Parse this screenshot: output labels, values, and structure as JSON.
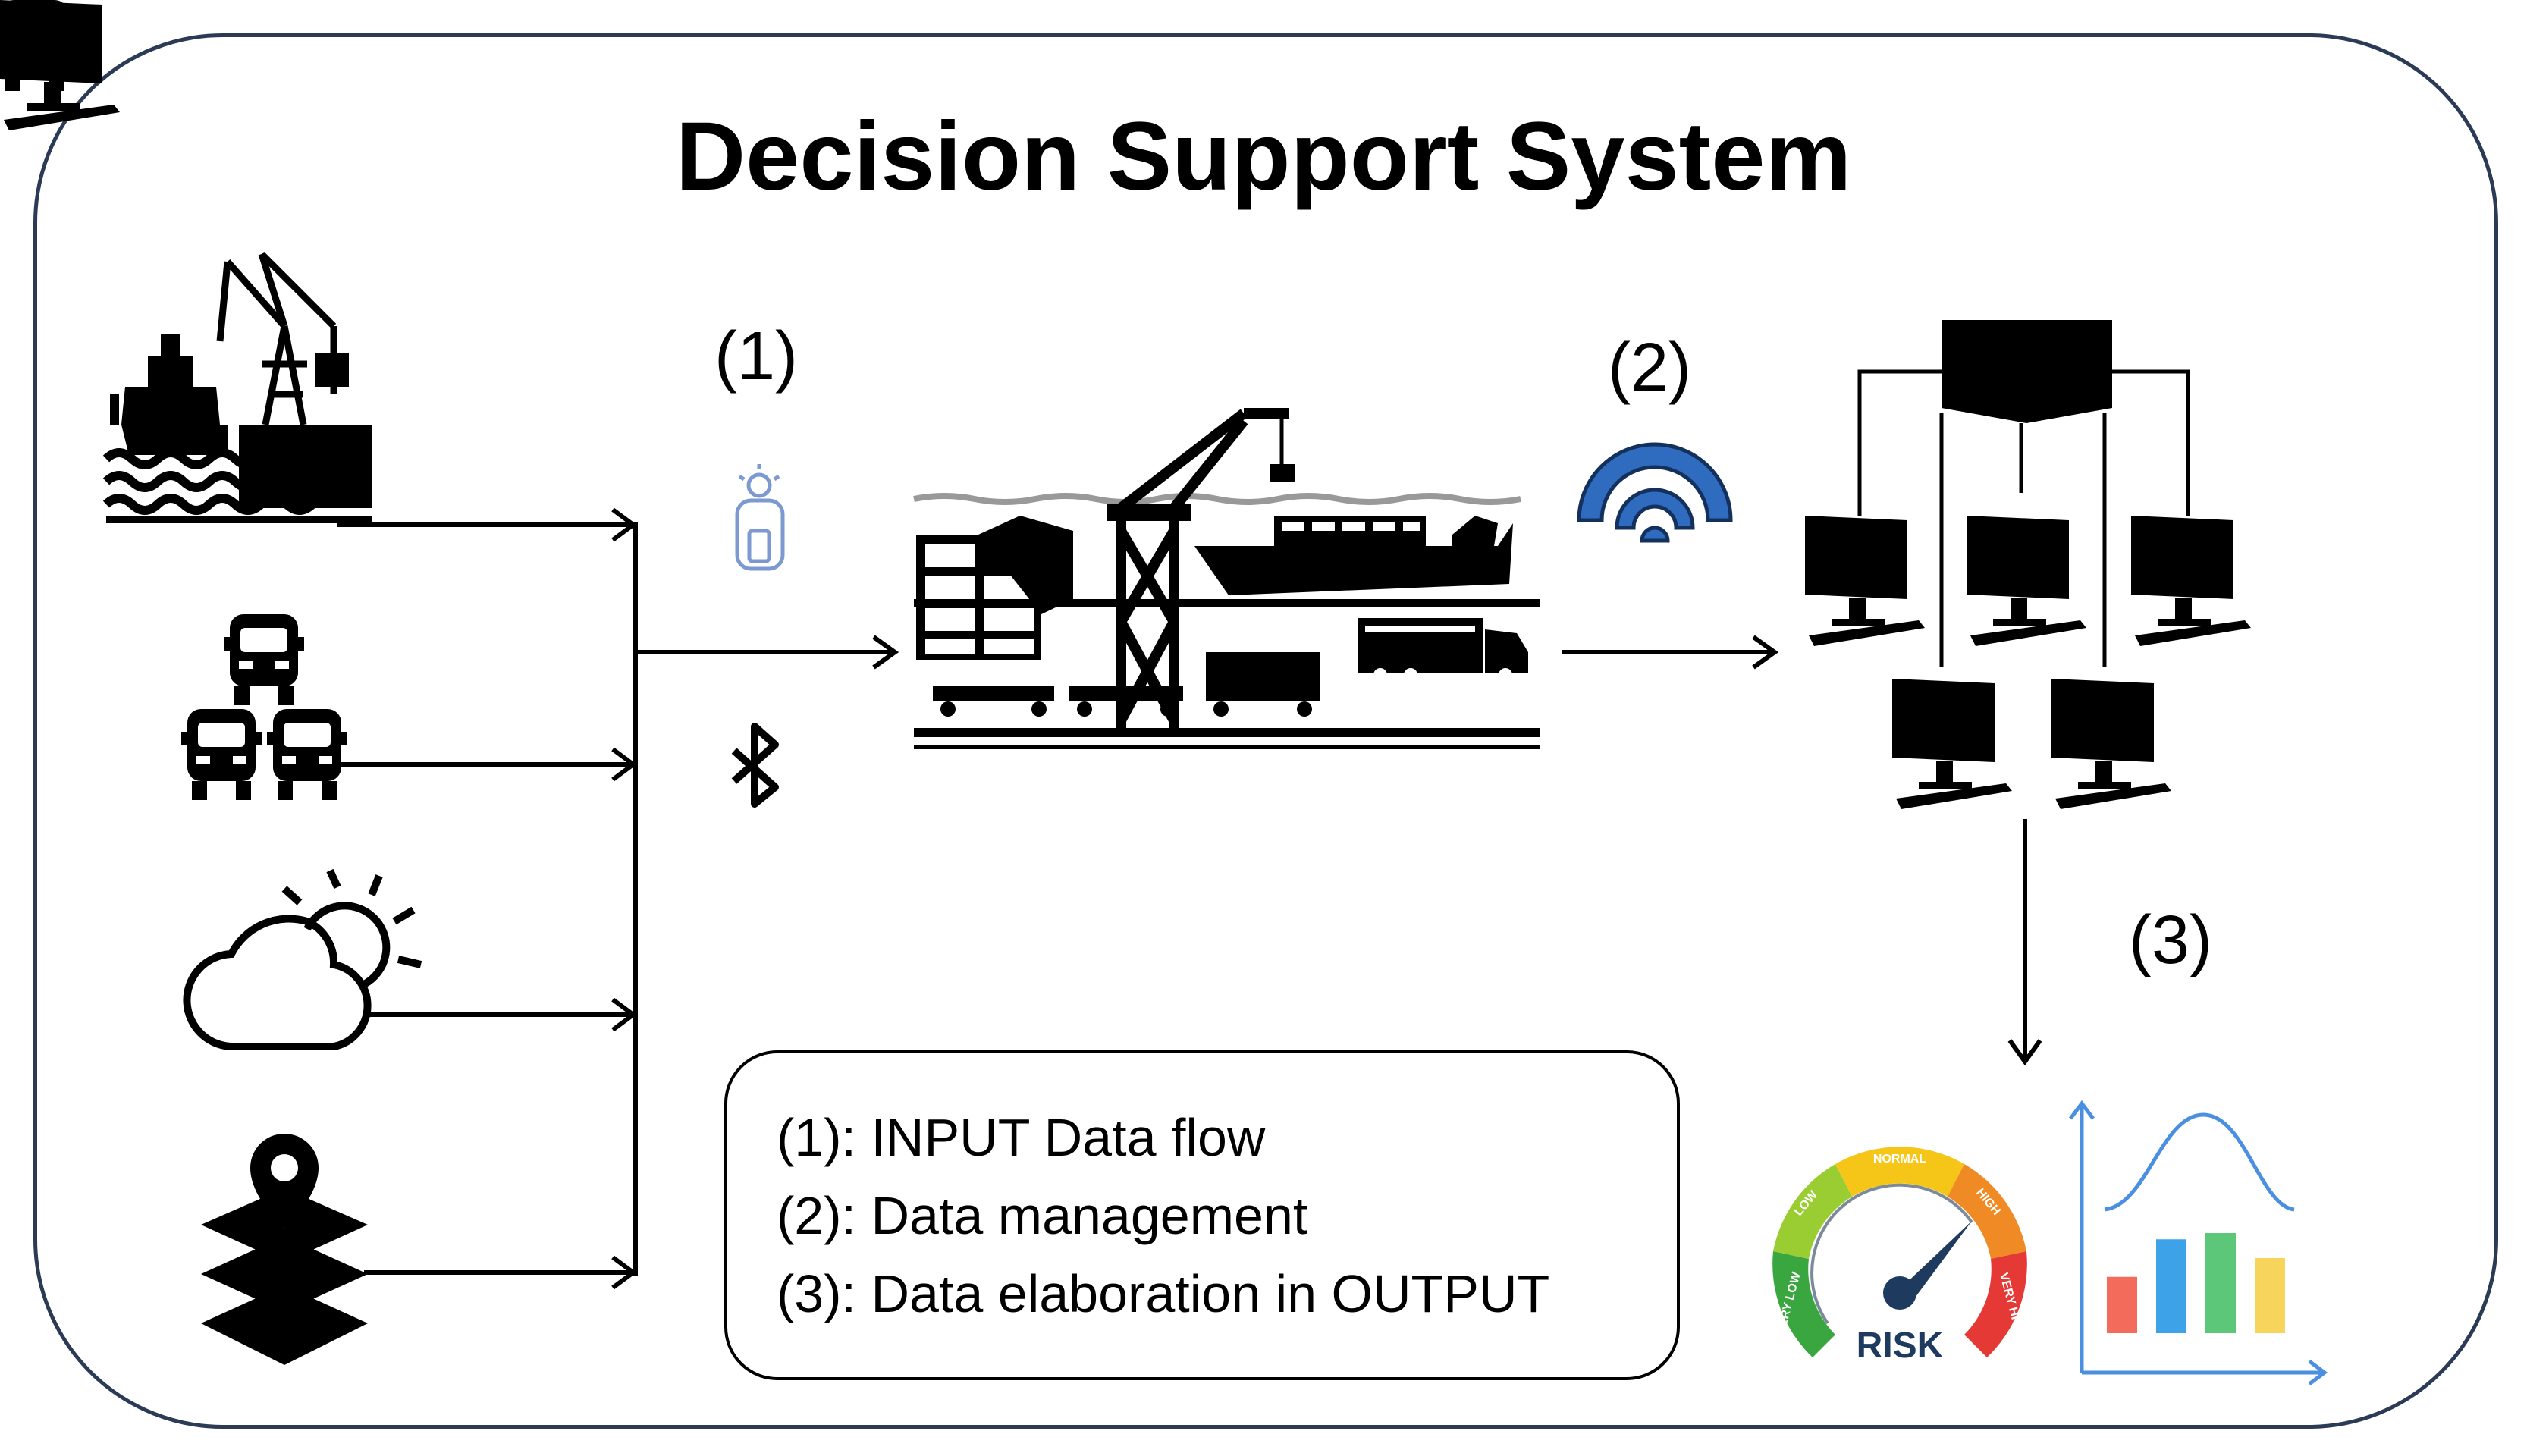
{
  "title": "Decision Support System",
  "steps": {
    "one": "(1)",
    "two": "(2)",
    "three": "(3)"
  },
  "legend": [
    "(1): INPUT Data flow",
    "(2): Data management",
    "(3): Data elaboration  in OUTPUT"
  ],
  "gauge": {
    "center_label": "RISK",
    "segments": [
      "VERY LOW",
      "LOW",
      "NORMAL",
      "HIGH",
      "VERY HIGH"
    ],
    "colors": [
      "#3aa63f",
      "#9acd32",
      "#f5c518",
      "#f08a24",
      "#e53935"
    ]
  },
  "output_chart": {
    "bar_colors": [
      "#f26b5b",
      "#3ea2e8",
      "#5cc779",
      "#f7d55c"
    ],
    "relative_values": [
      0.45,
      0.75,
      0.8,
      0.6
    ],
    "axis_color": "#4a8fe0"
  },
  "icons": {
    "inputs": [
      "port-ship-crane-icon",
      "trucks-fleet-icon",
      "weather-cloud-sun-icon",
      "map-layers-pin-icon"
    ],
    "sensors": [
      "beacon-sensor-icon",
      "bluetooth-icon"
    ],
    "terminal": "port-terminal-illustration",
    "network": [
      "wifi-signal-icon",
      "computer-network-icon"
    ],
    "outputs": [
      "risk-gauge-icon",
      "bar-chart-distribution-icon"
    ]
  }
}
